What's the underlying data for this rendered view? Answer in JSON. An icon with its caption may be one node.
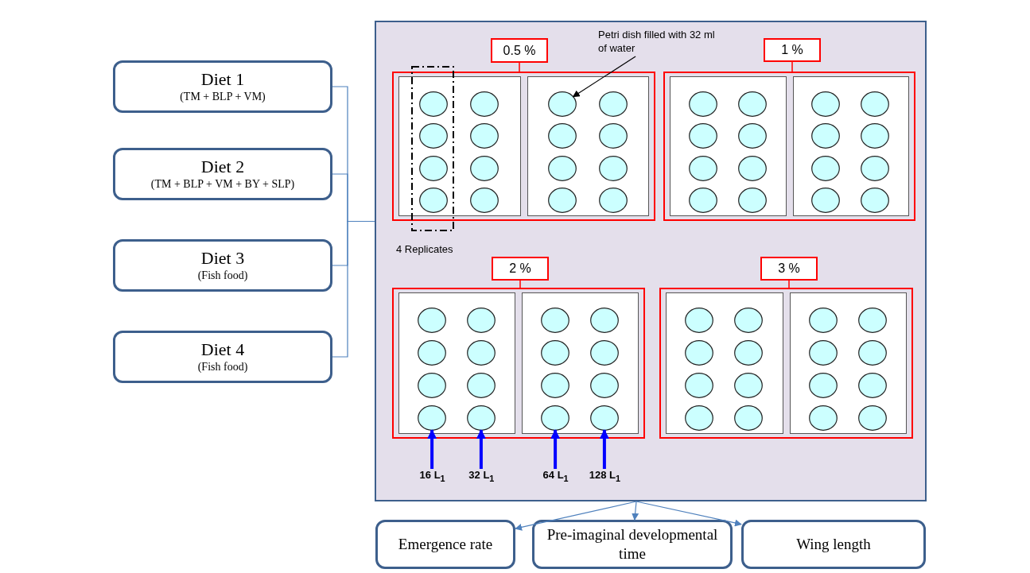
{
  "diagram": {
    "nodes": [
      {
        "text": [
          "Diet 1",
          "(TM + BLP + VM)"
        ]
      },
      {
        "text": [
          "Diet 2",
          "(TM + BLP + VM + BY + SLP)"
        ]
      },
      {
        "text": [
          "Diet 3",
          "(Fish food)"
        ]
      },
      {
        "text": [
          "Diet 4",
          "(Fish food)"
        ]
      },
      {
        "text": [],
        "shape": "box"
      },
      {
        "text": [
          "Petri dish filled with 32 ml of water"
        ],
        "in": 4
      },
      {
        "text": [
          "0.5 %"
        ],
        "in": 4
      },
      {
        "text": [],
        "shape": "box",
        "in": 4
      },
      {
        "text": [],
        "shape": "box",
        "in": 7
      },
      {
        "text": [],
        "shape": "circle",
        "in": 8
      },
      {
        "text": [],
        "shape": "circle",
        "in": 8
      },
      {
        "text": [],
        "shape": "circle",
        "in": 8
      },
      {
        "text": [],
        "shape": "circle",
        "in": 8
      },
      {
        "text": [],
        "shape": "circle",
        "in": 8
      },
      {
        "text": [],
        "shape": "circle",
        "in": 8
      },
      {
        "text": [],
        "shape": "circle",
        "in": 8
      },
      {
        "text": [],
        "shape": "circle",
        "in": 8
      },
      {
        "text": [],
        "shape": "box",
        "in": 7
      },
      {
        "text": [],
        "shape": "circle",
        "in": 17
      },
      {
        "text": [],
        "shape": "circle",
        "in": 17
      },
      {
        "text": [],
        "shape": "circle",
        "in": 17
      },
      {
        "text": [],
        "shape": "circle",
        "in": 17
      },
      {
        "text": [],
        "shape": "circle",
        "in": 17
      },
      {
        "text": [],
        "shape": "circle",
        "in": 17
      },
      {
        "text": [],
        "shape": "circle",
        "in": 17
      },
      {
        "text": [],
        "shape": "circle",
        "in": 17
      },
      {
        "text": [
          "1 %"
        ],
        "in": 4
      },
      {
        "text": [],
        "shape": "box",
        "in": 4
      },
      {
        "text": [],
        "shape": "box",
        "in": 27
      },
      {
        "text": [],
        "shape": "circle",
        "in": 28
      },
      {
        "text": [],
        "shape": "circle",
        "in": 28
      },
      {
        "text": [],
        "shape": "circle",
        "in": 28
      },
      {
        "text": [],
        "shape": "circle",
        "in": 28
      },
      {
        "text": [],
        "shape": "circle",
        "in": 28
      },
      {
        "text": [],
        "shape": "circle",
        "in": 28
      },
      {
        "text": [],
        "shape": "circle",
        "in": 28
      },
      {
        "text": [],
        "shape": "circle",
        "in": 28
      },
      {
        "text": [],
        "shape": "box",
        "in": 27
      },
      {
        "text": [],
        "shape": "circle",
        "in": 37
      },
      {
        "text": [],
        "shape": "circle",
        "in": 37
      },
      {
        "text": [],
        "shape": "circle",
        "in": 37
      },
      {
        "text": [],
        "shape": "circle",
        "in": 37
      },
      {
        "text": [],
        "shape": "circle",
        "in": 37
      },
      {
        "text": [],
        "shape": "circle",
        "in": 37
      },
      {
        "text": [],
        "shape": "circle",
        "in": 37
      },
      {
        "text": [],
        "shape": "circle",
        "in": 37
      },
      {
        "text": [
          "2 %"
        ],
        "in": 4
      },
      {
        "text": [],
        "shape": "box",
        "in": 4
      },
      {
        "text": [],
        "shape": "box",
        "in": 47
      },
      {
        "text": [],
        "shape": "circle",
        "in": 48
      },
      {
        "text": [],
        "shape": "circle",
        "in": 48
      },
      {
        "text": [],
        "shape": "circle",
        "in": 48
      },
      {
        "text": [],
        "shape": "circle",
        "in": 48
      },
      {
        "text": [],
        "shape": "circle",
        "in": 48
      },
      {
        "text": [],
        "shape": "circle",
        "in": 48
      },
      {
        "text": [],
        "shape": "circle",
        "in": 48
      },
      {
        "text": [],
        "shape": "circle",
        "in": 48
      },
      {
        "text": [],
        "shape": "box",
        "in": 47
      },
      {
        "text": [],
        "shape": "circle",
        "in": 57
      },
      {
        "text": [],
        "shape": "circle",
        "in": 57
      },
      {
        "text": [],
        "shape": "circle",
        "in": 57
      },
      {
        "text": [],
        "shape": "circle",
        "in": 57
      },
      {
        "text": [],
        "shape": "circle",
        "in": 57
      },
      {
        "text": [],
        "shape": "circle",
        "in": 57
      },
      {
        "text": [],
        "shape": "circle",
        "in": 57
      },
      {
        "text": [],
        "shape": "circle",
        "in": 57
      },
      {
        "text": [
          "3 %"
        ],
        "in": 4
      },
      {
        "text": [],
        "shape": "box",
        "in": 4
      },
      {
        "text": [],
        "shape": "box",
        "in": 67
      },
      {
        "text": [],
        "shape": "circle",
        "in": 68
      },
      {
        "text": [],
        "shape": "circle",
        "in": 68
      },
      {
        "text": [],
        "shape": "circle",
        "in": 68
      },
      {
        "text": [],
        "shape": "circle",
        "in": 68
      },
      {
        "text": [],
        "shape": "circle",
        "in": 68
      },
      {
        "text": [],
        "shape": "circle",
        "in": 68
      },
      {
        "text": [],
        "shape": "circle",
        "in": 68
      },
      {
        "text": [],
        "shape": "circle",
        "in": 68
      },
      {
        "text": [],
        "shape": "box",
        "in": 67
      },
      {
        "text": [],
        "shape": "circle",
        "in": 77
      },
      {
        "text": [],
        "shape": "circle",
        "in": 77
      },
      {
        "text": [],
        "shape": "circle",
        "in": 77
      },
      {
        "text": [],
        "shape": "circle",
        "in": 77
      },
      {
        "text": [],
        "shape": "circle",
        "in": 77
      },
      {
        "text": [],
        "shape": "circle",
        "in": 77
      },
      {
        "text": [],
        "shape": "circle",
        "in": 77
      },
      {
        "text": [],
        "shape": "circle",
        "in": 77
      },
      {
        "text": [
          "16 L$_{1}$"
        ],
        "in": 4
      },
      {
        "text": [
          "32 L$_{1}$"
        ],
        "in": 4
      },
      {
        "text": [
          "64 L$_{1}$"
        ],
        "in": 4
      },
      {
        "text": [
          "128 L$_{1}$"
        ],
        "in": 4
      },
      {
        "text": [
          "Emergence rate"
        ]
      },
      {
        "text": [
          "Pre-imaginal developmental time"
        ]
      },
      {
        "text": [
          "Wing length"
        ]
      }
    ],
    "edges": [
      {
        "from": 0,
        "to": 4,
        "arrow": "none"
      },
      {
        "from": 1,
        "to": 4,
        "arrow": "none"
      },
      {
        "from": 2,
        "to": 4,
        "arrow": "none"
      },
      {
        "from": 3,
        "to": 4,
        "arrow": "none"
      },
      {
        "from": 5,
        "to": 18,
        "arrow": "to",
        "color": "#000000"
      },
      {
        "from": 6,
        "to": 7,
        "arrow": "none",
        "color": "#ff0000"
      },
      {
        "from": 26,
        "to": 27,
        "arrow": "none",
        "color": "#ff0000"
      },
      {
        "from": 46,
        "to": 47,
        "arrow": "none",
        "color": "#ff0000"
      },
      {
        "from": 66,
        "to": 67,
        "arrow": "none",
        "color": "#ff0000"
      },
      {
        "from": 86,
        "to": 55,
        "arrow": "to",
        "style": "thick",
        "color": "#0000ff"
      },
      {
        "from": 87,
        "to": 56,
        "arrow": "to",
        "style": "thick",
        "color": "#0000ff"
      },
      {
        "from": 88,
        "to": 64,
        "arrow": "to",
        "style": "thick",
        "color": "#0000ff"
      },
      {
        "from": 89,
        "to": 65,
        "arrow": "to",
        "style": "thick",
        "color": "#0000ff"
      },
      {
        "from": 4,
        "to": 90,
        "arrow": "to"
      },
      {
        "from": 4,
        "to": 91,
        "arrow": "to"
      },
      {
        "from": 4,
        "to": 92,
        "arrow": "to"
      }
    ],
    "labels": [
      "4 Replicates"
    ]
  }
}
